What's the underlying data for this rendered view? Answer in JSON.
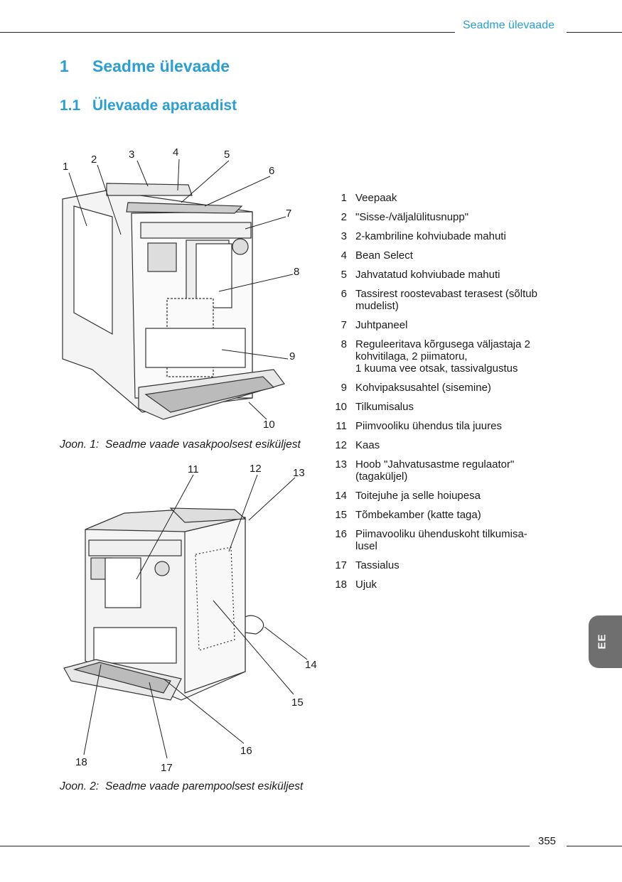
{
  "header": {
    "running_title": "Seadme ülevaade"
  },
  "section": {
    "number": "1",
    "title": "Seadme ülevaade"
  },
  "subsection": {
    "number": "1.1",
    "title": "Ülevaade aparaadist"
  },
  "figure1": {
    "label": "Joon. 1:",
    "caption": "Seadme vaade vasakpoolsest esiküljest",
    "callouts": [
      "1",
      "2",
      "3",
      "4",
      "5",
      "6",
      "7",
      "8",
      "9",
      "10"
    ]
  },
  "figure2": {
    "label": "Joon. 2:",
    "caption": "Seadme vaade parempoolsest esiküljest",
    "callouts": [
      "11",
      "12",
      "13",
      "14",
      "15",
      "16",
      "17",
      "18"
    ]
  },
  "parts": [
    {
      "n": "1",
      "t": "Veepaak"
    },
    {
      "n": "2",
      "t": "\"Sisse-/väljalülitusnupp\""
    },
    {
      "n": "3",
      "t": "2-kambriline kohviubade mahuti"
    },
    {
      "n": "4",
      "t": "Bean Select"
    },
    {
      "n": "5",
      "t": "Jahvatatud kohviubade mahuti"
    },
    {
      "n": "6",
      "t": "Tassirest roostevabast terasest (sõltub\nmudelist)"
    },
    {
      "n": "7",
      "t": "Juhtpaneel"
    },
    {
      "n": "8",
      "t": "Reguleeritava kõrgusega väljastaja 2\nkohvitilaga, 2 piimatoru,\n1 kuuma vee otsak, tassivalgustus"
    },
    {
      "n": "9",
      "t": "Kohvipaksusahtel (sisemine)"
    },
    {
      "n": "10",
      "t": "Tilkumisalus"
    },
    {
      "n": "11",
      "t": "Piimvooliku ühendus tila juures"
    },
    {
      "n": "12",
      "t": "Kaas"
    },
    {
      "n": "13",
      "t": "Hoob \"Jahvatusastme regulaator\"\n(tagaküljel)"
    },
    {
      "n": "14",
      "t": "Toitejuhe ja selle hoiupesa"
    },
    {
      "n": "15",
      "t": "Tõmbekamber (katte taga)"
    },
    {
      "n": "16",
      "t": "Piimavooliku ühenduskoht tilkumisa-\nlusel"
    },
    {
      "n": "17",
      "t": "Tassialus"
    },
    {
      "n": "18",
      "t": "Ujuk"
    }
  ],
  "footer": {
    "page_number": "355"
  },
  "language_tab": "EE",
  "colors": {
    "accent": "#2a9fd6",
    "tab": "#6f6f6f"
  }
}
